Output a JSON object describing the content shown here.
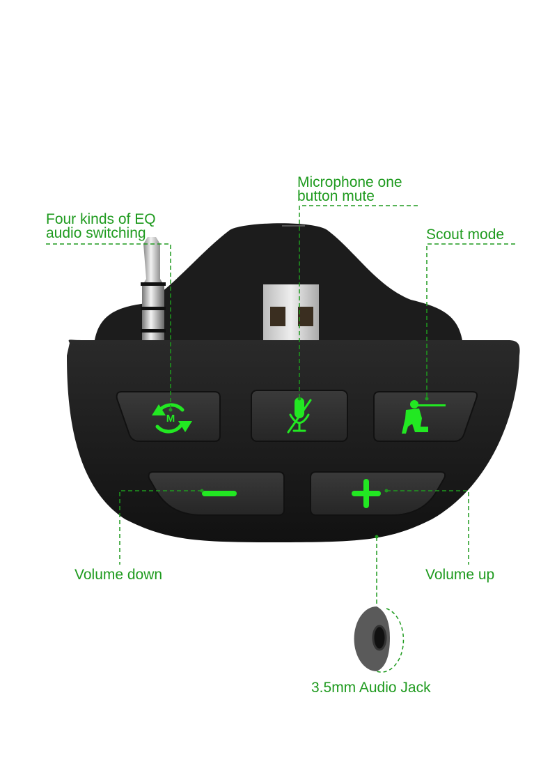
{
  "colors": {
    "label": "#1e9a1e",
    "icon": "#22e822",
    "device": "#1f1f1f",
    "button": "#2e2e2e"
  },
  "labels": {
    "eq": [
      "Four kinds of EQ",
      "audio switching"
    ],
    "mic": [
      "Microphone one",
      "button mute"
    ],
    "scout": "Scout mode",
    "vol_down": "Volume down",
    "vol_up": "Volume up",
    "jack": "3.5mm Audio Jack"
  },
  "buttons": [
    {
      "name": "eq-switch",
      "icon": "eq-cycle-icon",
      "glyph": "M"
    },
    {
      "name": "mic-mute",
      "icon": "microphone-muted-icon"
    },
    {
      "name": "scout-mode",
      "icon": "soldier-icon"
    },
    {
      "name": "volume-down",
      "icon": "minus-icon"
    },
    {
      "name": "volume-up",
      "icon": "plus-icon"
    }
  ]
}
